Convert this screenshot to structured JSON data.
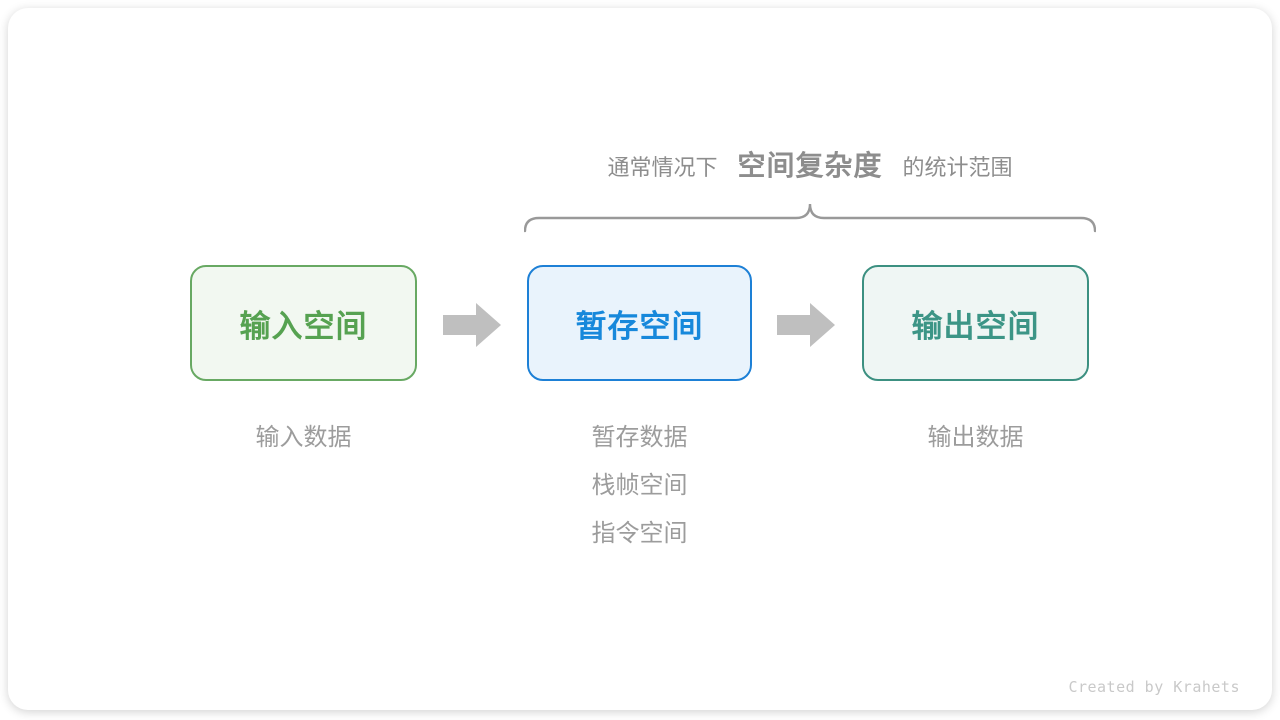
{
  "annotation": {
    "prefix": "通常情况下",
    "highlight": "空间复杂度",
    "suffix": "的统计范围"
  },
  "boxes": [
    {
      "label": "输入空间",
      "border_color": "#68A963",
      "fill_color": "#F2F8F1",
      "text_color": "#56A251"
    },
    {
      "label": "暂存空间",
      "border_color": "#1D80D6",
      "fill_color": "#E9F3FC",
      "text_color": "#1788DB"
    },
    {
      "label": "输出空间",
      "border_color": "#3C9081",
      "fill_color": "#EFF6F4",
      "text_color": "#3C9586"
    }
  ],
  "lists": {
    "input": [
      "输入数据"
    ],
    "temp": [
      "暂存数据",
      "栈帧空间",
      "指令空间"
    ],
    "output": [
      "输出数据"
    ]
  },
  "footer": {
    "credit": "Created by Krahets"
  },
  "colors": {
    "arrow": "#BFBFBF",
    "brace": "#999999",
    "label_text": "#9C9C9C",
    "annotation_text": "#8D8D8D",
    "card_bg": "#FFFFFF"
  }
}
